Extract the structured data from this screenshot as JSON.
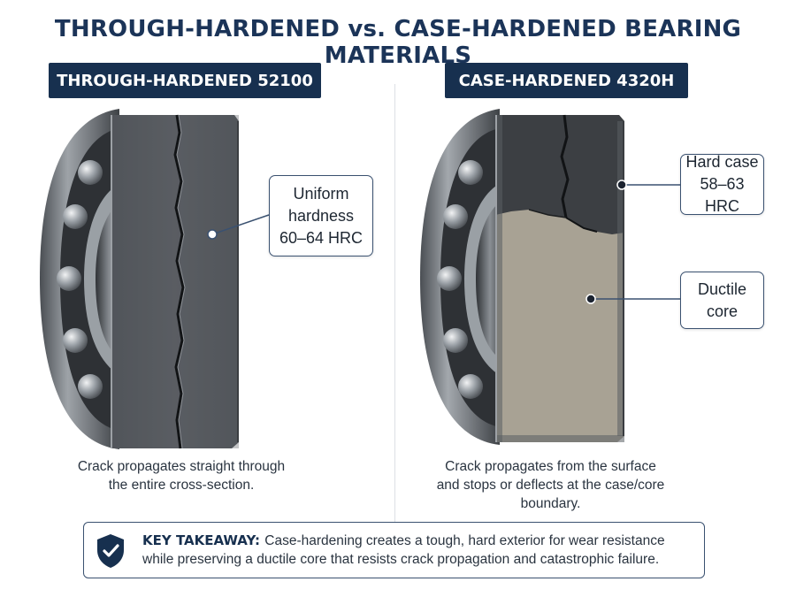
{
  "title": "THROUGH-HARDENED vs. CASE-HARDENED BEARING MATERIALS",
  "left": {
    "header": "THROUGH-HARDENED 52100",
    "callout": {
      "line1": "Uniform",
      "line2": "hardness",
      "line3": "60–64 HRC"
    },
    "caption": {
      "line1": "Crack propagates straight through",
      "line2": "the entire cross-section."
    }
  },
  "right": {
    "header": "CASE-HARDENED 4320H",
    "callout_case": {
      "line1": "Hard case",
      "line2": "58–63 HRC"
    },
    "callout_core": {
      "line1": "Ductile",
      "line2": "core"
    },
    "caption": {
      "line1": "Crack propagates from the surface",
      "line2": "and stops or deflects at the case/core",
      "line3": "boundary."
    }
  },
  "takeaway": {
    "label": "KEY TAKEAWAY:",
    "text": "Case-hardening creates a tough, hard exterior for wear resistance while preserving a ductile core that resists crack propagation and catastrophic failure."
  },
  "icons": {
    "takeaway": "shield-check-icon"
  },
  "colors": {
    "navy": "#17304f",
    "title": "#1b3458",
    "hard_steel": "#55595e",
    "case_dark": "#3c3f43",
    "core": "#a8a294"
  }
}
